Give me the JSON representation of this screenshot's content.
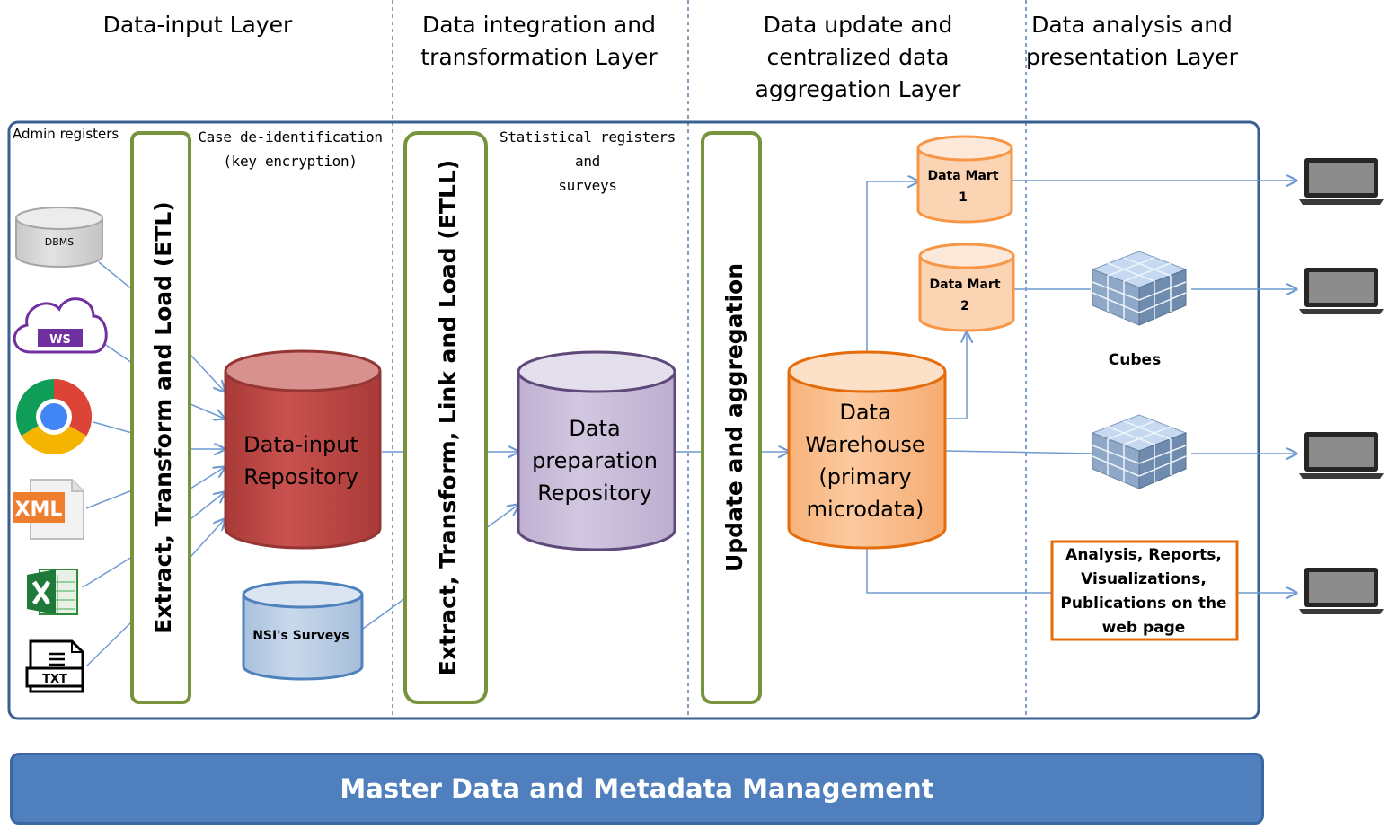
{
  "layers": {
    "input": "Data-input Layer",
    "integration_line1": "Data integration and",
    "integration_line2": "transformation Layer",
    "update_line1": "Data update and",
    "update_line2": "centralized data",
    "update_line3": "aggregation Layer",
    "analysis_line1": "Data analysis and",
    "analysis_line2": "presentation Layer"
  },
  "notes": {
    "admin_registers": "Admin registers",
    "case_deid_line1": "Case de-identification",
    "case_deid_line2": "(key encryption)",
    "stat_reg_line1": "Statistical registers and",
    "stat_reg_line2": "surveys"
  },
  "sources": {
    "dbms": "DBMS",
    "ws": "WS",
    "xml": "XML",
    "txt": "TXT"
  },
  "processes": {
    "etl": "Extract, Transform and Load (ETL)",
    "etll": "Extract, Transform, Link and Load (ETLL)",
    "update": "Update and aggregation"
  },
  "repositories": {
    "data_input_line1": "Data-input",
    "data_input_line2": "Repository",
    "nsi_surveys": "NSI's Surveys",
    "data_prep_line1": "Data",
    "data_prep_line2": "preparation",
    "data_prep_line3": "Repository",
    "dw_line1": "Data",
    "dw_line2": "Warehouse",
    "dw_line3": "(primary",
    "dw_line4": "microdata)",
    "mart1_line1": "Data Mart",
    "mart1_line2": "1",
    "mart2_line1": "Data Mart",
    "mart2_line2": "2"
  },
  "outputs": {
    "cubes": "Cubes",
    "analysis_line1": "Analysis, Reports,",
    "analysis_line2": "Visualizations,",
    "analysis_line3": "Publications on the",
    "analysis_line4": "web page"
  },
  "footer": {
    "master": "Master Data and Metadata Management"
  },
  "colors": {
    "frame": "#3a5f91",
    "arrow": "#6f9bd1",
    "process_border": "#77933c",
    "data_input_fill": "#c0504d",
    "data_prep_fill": "#ccc0da",
    "warehouse_fill": "#fac090",
    "warehouse_border": "#e46c0a",
    "mart_fill": "#fde9d9",
    "nsi_fill": "#b9cde5",
    "master_fill": "#4f7fbd"
  }
}
